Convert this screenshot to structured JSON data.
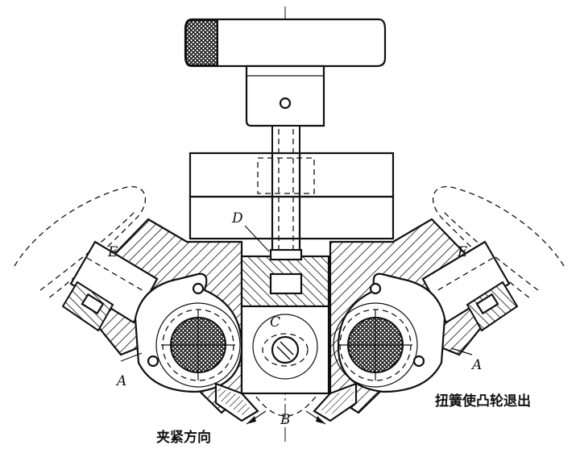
{
  "labels": {
    "D": "D",
    "E_left": "E",
    "E_right": "E",
    "C": "C",
    "A_left": "A",
    "A_right": "A",
    "B": "B"
  },
  "captions": {
    "clamp_direction": "夹紧方向",
    "torsion_spring_note": "扭簧使凸轮退出"
  }
}
